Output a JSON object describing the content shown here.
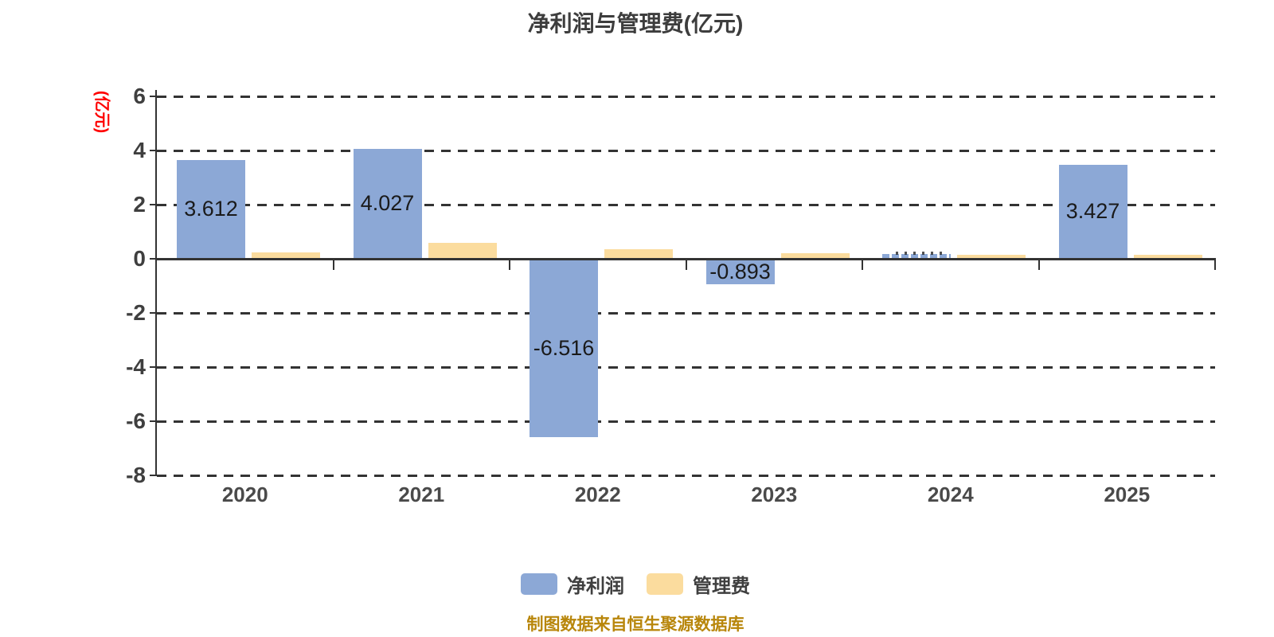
{
  "title": "净利润与管理费(亿元)",
  "y_axis": {
    "name": "(亿元)",
    "name_color": "#ff0000",
    "tick_labels": [
      "6",
      "4",
      "2",
      "0",
      "-2",
      "-4",
      "-6",
      "-8"
    ],
    "tick_values": [
      6,
      4,
      2,
      0,
      -2,
      -4,
      -6,
      -8
    ]
  },
  "x_axis": {
    "tick_labels": [
      "2020",
      "2021",
      "2022",
      "2023",
      "2024",
      "2025"
    ]
  },
  "chart_data": {
    "type": "bar",
    "categories": [
      "2020",
      "2021",
      "2022",
      "2023",
      "2024",
      "2025"
    ],
    "series": [
      {
        "name": "净利润",
        "color": "#8CA8D6",
        "values": [
          3.612,
          4.027,
          -6.516,
          -0.893,
          0.1,
          3.427
        ],
        "labels": [
          "3.612",
          "4.027",
          "-6.516",
          "-0.893",
          "",
          "3.427"
        ]
      },
      {
        "name": "管理费",
        "color": "#FBDC9E",
        "values": [
          0.21,
          0.56,
          0.33,
          0.18,
          0.12,
          0.11
        ],
        "labels": [
          "",
          "",
          "",
          "",
          "",
          ""
        ]
      }
    ],
    "ylim": [
      -8,
      6
    ],
    "grid": "horizontal-dashed",
    "legend_position": "bottom",
    "note": "2024 净利润 bar is rendered as tiny dashed blue strip with overlapping label marks"
  },
  "legend": {
    "items": [
      {
        "label": "净利润",
        "color": "#8CA8D6"
      },
      {
        "label": "管理费",
        "color": "#FBDC9E"
      }
    ]
  },
  "footer": {
    "text": "制图数据来自恒生聚源数据库",
    "color": "#B8860B"
  }
}
